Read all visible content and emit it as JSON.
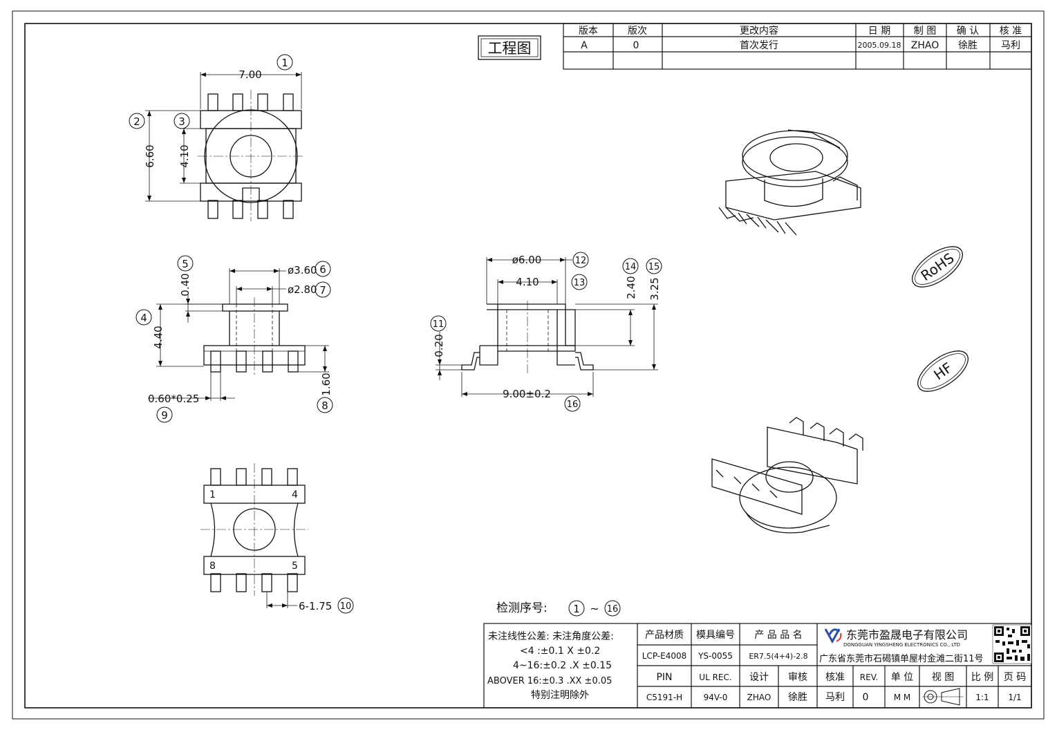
{
  "title_box": {
    "label": "工程图"
  },
  "revision_table": {
    "headers": [
      "版本",
      "版次",
      "更改内容",
      "日 期",
      "制 图",
      "确 认",
      "核 准"
    ],
    "rows": [
      [
        "A",
        "0",
        "首次发行",
        "2005.09.18",
        "ZHAO",
        "徐胜",
        "马利"
      ]
    ]
  },
  "dimensions": {
    "top_view": {
      "width": "7.00",
      "height": "6.60",
      "inner": "4.10"
    },
    "side_view": {
      "flange": "0.40",
      "d1": "ø3.60",
      "d2": "ø2.80",
      "height": "4.40",
      "pin_size": "0.60*0.25",
      "pin_h": "1.60"
    },
    "section_view": {
      "d_outer": "ø6.00",
      "inner": "4.10",
      "h1": "2.40",
      "h2": "3.25",
      "thk": "0.20",
      "span": "9.00±0.2"
    },
    "bottom_view": {
      "pitch": "6-1.75"
    }
  },
  "balloons": [
    "1",
    "2",
    "3",
    "4",
    "5",
    "6",
    "7",
    "8",
    "9",
    "10",
    "11",
    "12",
    "13",
    "14",
    "15",
    "16"
  ],
  "pin_numbers": {
    "p1": "1",
    "p4": "4",
    "p8": "8",
    "p5": "5"
  },
  "marks": {
    "rohs": "RoHS",
    "hf": "HF"
  },
  "inspection": {
    "label": "检测序号:",
    "from": "1",
    "tilde": "~",
    "to": "16"
  },
  "tolerance": {
    "line1": "未注线性公差:  未注角度公差:",
    "line2": "<4 :±0.1   X ±0.2",
    "line3": "4~16:±0.2  .X ±0.15",
    "line4": "ABOVER 16:±0.3  .XX ±0.05",
    "line5": "特别注明除外"
  },
  "title_block": {
    "r1_headers": [
      "产品材质",
      "模具编号",
      "产 品 品 名"
    ],
    "r1_values": [
      "LCP-E4008",
      "YS-0055",
      "ER7.5(4+4)-2.8"
    ],
    "r2_headers": [
      "PIN",
      "UL REC.",
      "设计",
      "审核",
      "核准",
      "REV.",
      "单 位",
      "视 图",
      "比 例",
      "页 码"
    ],
    "r2_values": [
      "C5191-H",
      "94V-0",
      "ZHAO",
      "徐胜",
      "马利",
      "0",
      "M M",
      "",
      "1:1",
      "1/1"
    ],
    "company_name": "东莞市盈晟电子有限公司",
    "company_en": "DONGGUAN YINGSHENG ELECTRONICS CO., LTD",
    "company_addr": "广东省东莞市石碣镇单屋村金滩二街11号"
  }
}
